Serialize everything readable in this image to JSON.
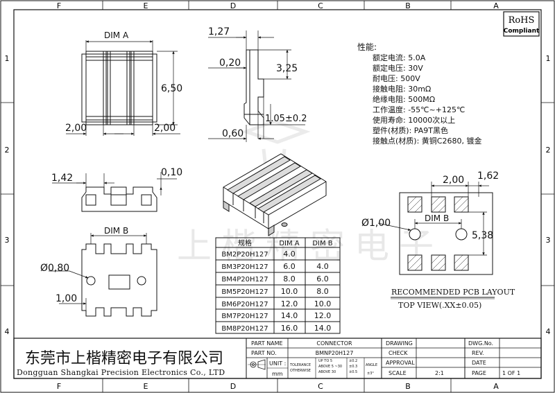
{
  "frame": {
    "cols_top": [
      "F",
      "E",
      "D",
      "C",
      "B",
      "A"
    ],
    "cols_bottom": [
      "F",
      "E",
      "D",
      "C",
      "B",
      "A"
    ],
    "rows": [
      "1",
      "2",
      "3",
      "4"
    ]
  },
  "rohs": {
    "line1": "RoHS",
    "line2": "Compliant"
  },
  "dims": {
    "dim_a": "DIM A",
    "height": "6,50",
    "left_w": "2,00",
    "right_w": "2,00",
    "side_top": "1,27",
    "side_020": "0,20",
    "side_325": "3,25",
    "side_105": "1.05±0.2",
    "side_060": "0,60",
    "front_142": "1,42",
    "front_010": "0,10",
    "dim_b": "DIM B",
    "hole": "Ø0,80",
    "pad_100": "1,00",
    "pcb_200": "2,00",
    "pcb_162": "1,62",
    "pcb_hole": "Ø1,00",
    "pcb_dim_b": "DIM B",
    "pcb_538": "5,38"
  },
  "specs": {
    "title": "性能:",
    "items": [
      "额定电流: 5.0A",
      "额定电压: 30V",
      "耐电压: 500V",
      "接触电阻: 30mΩ",
      "绝缘电阻: 500MΩ",
      "工作温度: -55℃~+125℃",
      "使用寿命: 10000次以上",
      "塑件(材质): PA9T黑色",
      "接触点(材质): 黄铜C2680, 镀金"
    ]
  },
  "table": {
    "headers": [
      "规格",
      "DIM A",
      "DIM B"
    ],
    "rows": [
      [
        "BM2P20H127",
        "4.0",
        ""
      ],
      [
        "BM3P20H127",
        "6.0",
        "4.0"
      ],
      [
        "BM4P20H127",
        "8.0",
        "6.0"
      ],
      [
        "BM5P20H127",
        "10.0",
        "8.0"
      ],
      [
        "BM6P20H127",
        "12.0",
        "10.0"
      ],
      [
        "BM7P20H127",
        "14.0",
        "12.0"
      ],
      [
        "BM8P20H127",
        "16.0",
        "14.0"
      ]
    ]
  },
  "pcb": {
    "label": "RECOMMENDED PCB LAYOUT",
    "view": "TOP VIEW(.XX±0.05)"
  },
  "watermark": "上楷精密电子",
  "title_block": {
    "company_cn": "东莞市上楷精密电子有限公司",
    "company_en": "Dongguan Shangkai Precision Electronics Co., LTD",
    "part_name_label": "PART NAME",
    "part_name": "CONNECTOR",
    "part_no_label": "PART NO.",
    "part_no": "BMNP20H127",
    "unit_label": "UNIT :",
    "unit": "mm",
    "tolerance_label": "TOLERANCE",
    "otherwise_label": "OTHERWISE",
    "tol_rows": [
      [
        "UP TO 5",
        "±0.2"
      ],
      [
        "ABOVE 5 ~30",
        "±0.3"
      ],
      [
        "ABOVE 30",
        "±0.5"
      ]
    ],
    "angle_label": "ANGLE",
    "angle_value": "±3°",
    "drawing_label": "DRAWING",
    "check_label": "CHECK",
    "approval_label": "APPROVAL",
    "scale_label": "SCALE",
    "scale": "2:1",
    "dwg_no_label": "DWG.No.",
    "rev_label": "REV.",
    "date_label": "DATE",
    "page_label": "PAGE",
    "page": "1 OF 1"
  }
}
